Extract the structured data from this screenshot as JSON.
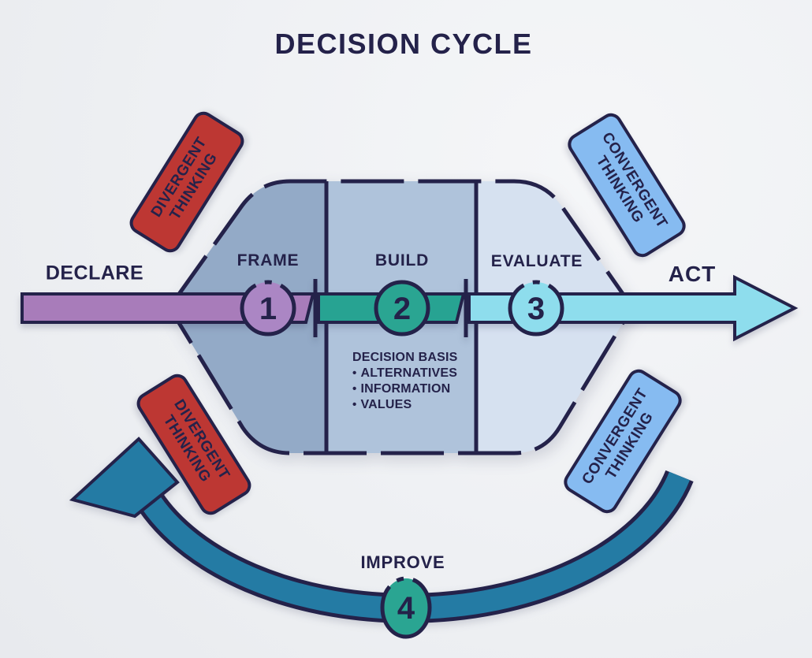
{
  "title": "DECISION CYCLE",
  "flow": {
    "declare_label": "DECLARE",
    "act_label": "ACT",
    "improve_label": "IMPROVE",
    "steps": [
      {
        "num": "1",
        "label": "FRAME"
      },
      {
        "num": "2",
        "label": "BUILD"
      },
      {
        "num": "3",
        "label": "EVALUATE"
      },
      {
        "num": "4",
        "label": "IMPROVE"
      }
    ]
  },
  "badges": {
    "top_left": {
      "line1": "DIVERGENT",
      "line2": "THINKING"
    },
    "bottom_left": {
      "line1": "DIVERGENT",
      "line2": "THINKING"
    },
    "top_right": {
      "line1": "CONVERGENT",
      "line2": "THINKING"
    },
    "bottom_right": {
      "line1": "CONVERGENT",
      "line2": "THINKING"
    }
  },
  "decision_basis": {
    "title": "DECISION BASIS",
    "bullet": "•",
    "items": [
      "ALTERNATIVES",
      "INFORMATION",
      "VALUES"
    ]
  },
  "colors": {
    "navy_outline_text": "#24224a",
    "frame_section": "#93aac7",
    "build_section": "#afc3db",
    "evaluate_section": "#d6e1f0",
    "declare_arrow_purple": "#a87cba",
    "build_arrow_teal": "#27a392",
    "evaluate_arrow_cyan": "#8edded",
    "divergent_badge_red": "#bd3733",
    "convergent_badge_blue": "#86bbf1",
    "improve_loop_blue": "#247ba4",
    "background": "#eef0f3"
  }
}
